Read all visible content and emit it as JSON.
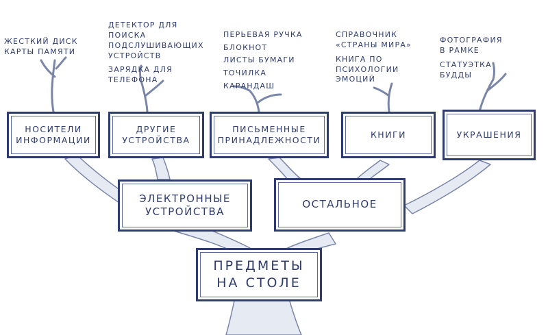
{
  "root": {
    "label_line1": "ПРЕДМЕТЫ",
    "label_line2": "НА СТОЛЕ"
  },
  "level2": {
    "electronic": {
      "line1": "ЭЛЕКТРОННЫЕ",
      "line2": "УСТРОЙСТВА"
    },
    "other": {
      "label": "ОСТАЛЬНОЕ"
    }
  },
  "level3": {
    "storage": {
      "line1": "НОСИТЕЛИ",
      "line2": "ИНФОРМАЦИИ",
      "items": [
        "ЖЕСТКИЙ ДИСК",
        "КАРТЫ ПАМЯТИ"
      ]
    },
    "devices": {
      "line1": "ДРУГИЕ",
      "line2": "УСТРОЙСТВА",
      "items": [
        "ДЕТЕКТОР ДЛЯ",
        "ПОИСКА",
        "ПОДСЛУШИВАЮЩИХ",
        "УСТРОЙСТВ"
      ],
      "items2": [
        "ЗАРЯДКА ДЛЯ",
        "ТЕЛЕФОНА"
      ]
    },
    "stationery": {
      "line1": "ПИСЬМЕННЫЕ",
      "line2": "ПРИНАДЛЕЖНОСТИ",
      "items": [
        "ПЕРЬЕВАЯ РУЧКА",
        "БЛОКНОТ",
        "ЛИСТЫ БУМАГИ",
        "ТОЧИЛКА",
        "КАРАНДАШ"
      ]
    },
    "books": {
      "label": "КНИГИ",
      "items": [
        "СПРАВОЧНИК",
        "«СТРАНЫ МИРА»"
      ],
      "items2": [
        "КНИГА ПО",
        "ПСИХОЛОГИИ",
        "ЭМОЦИЙ"
      ]
    },
    "decor": {
      "label": "УКРАШЕНИЯ",
      "items": [
        "ФОТОГРАФИЯ",
        "В РАМКЕ"
      ],
      "items2": [
        "СТАТУЭТКА",
        "БУДДЫ"
      ]
    }
  },
  "colors": {
    "ink": "#2f3d6e",
    "branch_fill": "#e6eaf2",
    "branch_stroke": "#7a86a8"
  }
}
